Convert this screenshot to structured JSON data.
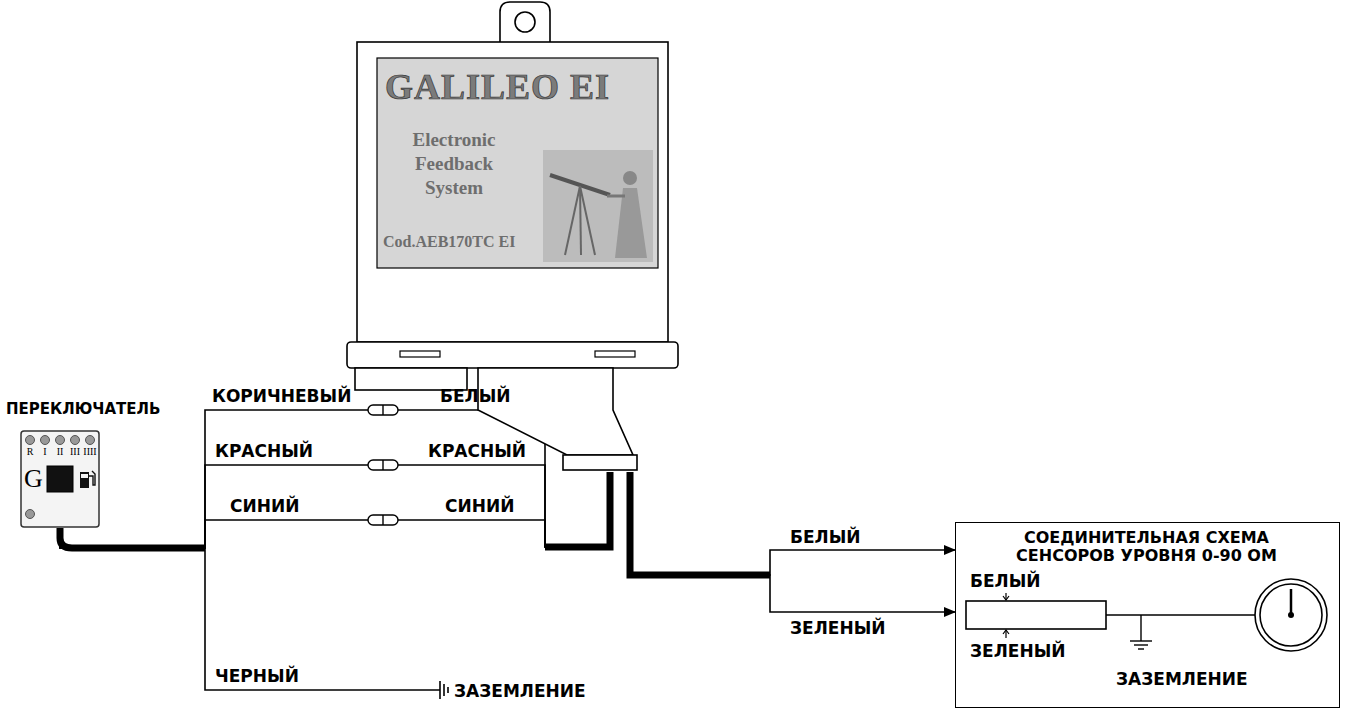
{
  "diagram": {
    "nodes": [
      {
        "text": [
          "GALILEO EI",
          "Electronic Feedback System",
          "Cod.AEB170TC EI"
        ]
      },
      {
        "text": [
          "ПЕРЕКЛЮЧАТЕЛЬ",
          "R",
          "I",
          "II",
          "III",
          "IIII",
          "G"
        ]
      },
      {
        "text": [
          "СОЕДИНИТЕЛЬНАЯ СХЕМА СЕНСОРОВ УРОВНЯ 0-90 ОМ",
          "БЕЛЫЙ",
          "ЗЕЛЕНЫЙ",
          "ЗАЗЕМЛЕНИЕ"
        ]
      }
    ],
    "edges": [
      {
        "from": 1,
        "to": 0,
        "arrow": "none"
      },
      {
        "from": 1,
        "to": 0,
        "arrow": "none"
      },
      {
        "from": 1,
        "to": 0,
        "arrow": "none"
      },
      {
        "from": 0,
        "to": 2,
        "arrow": "to",
        "label": "БЕЛЫЙ"
      },
      {
        "from": 0,
        "to": 2,
        "arrow": "to",
        "label": "ЗЕЛЕНЫЙ"
      }
    ],
    "labels": [
      "КОРИЧНЕВЫЙ",
      "БЕЛЫЙ",
      "КРАСНЫЙ",
      "КРАСНЫЙ",
      "СИНИЙ",
      "СИНИЙ",
      "ЧЕРНЫЙ",
      "ЗАЗЕМЛЕНИЕ"
    ]
  }
}
